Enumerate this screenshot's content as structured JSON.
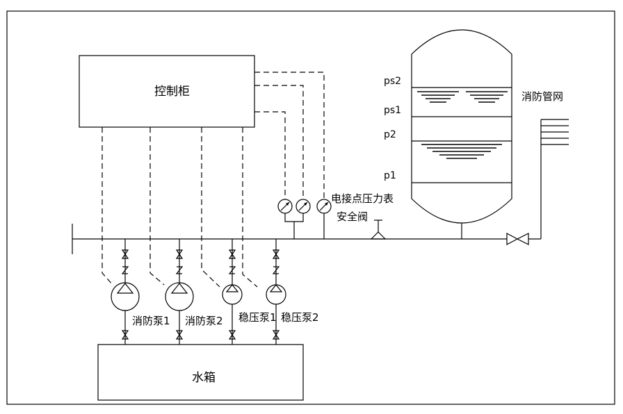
{
  "labels": {
    "control_cabinet": "控制柜",
    "water_tank": "水箱",
    "fire_network": "消防管网",
    "pressure_gauge": "电接点压力表",
    "safety_valve": "安全阀",
    "pump_fire_1": "消防泵1",
    "pump_fire_2": "消防泵2",
    "pump_stab_1": "稳压泵1",
    "pump_stab_2": "稳压泵2",
    "level_ps2": "ps2",
    "level_ps1": "ps1",
    "level_p2": "p2",
    "level_p1": "p1"
  }
}
